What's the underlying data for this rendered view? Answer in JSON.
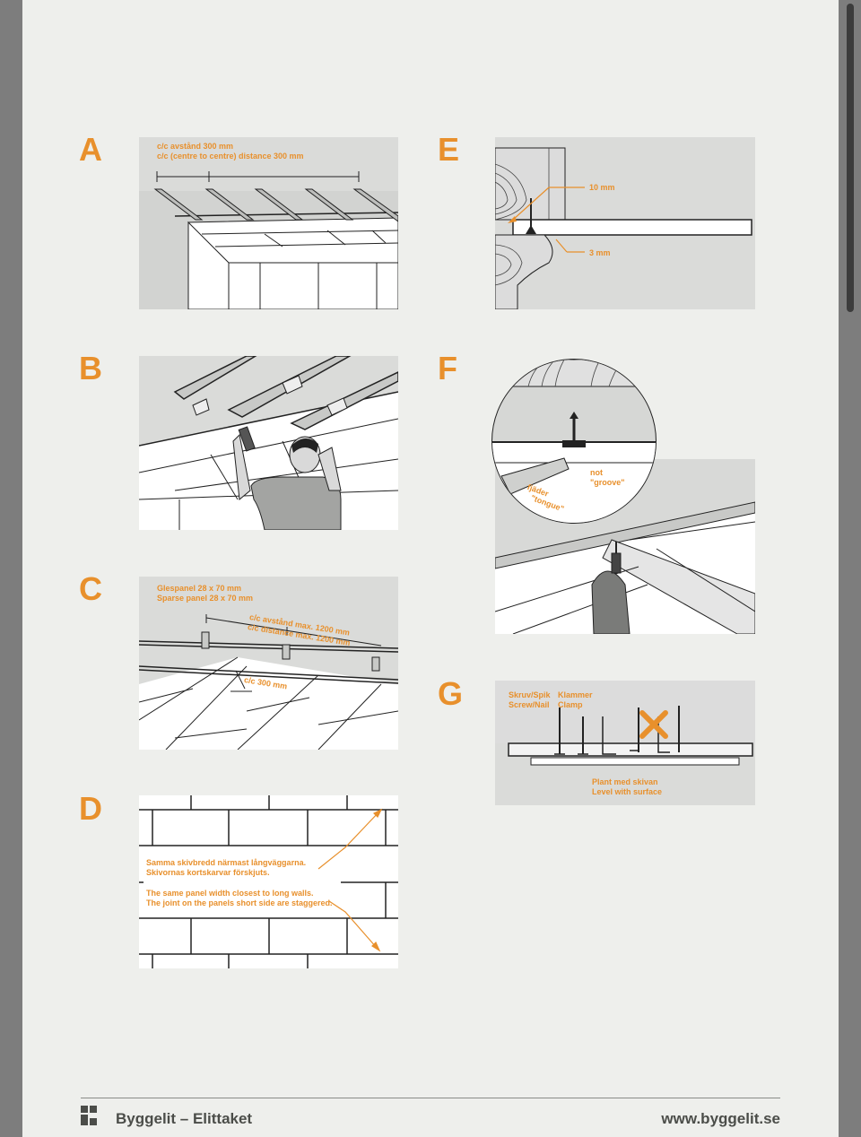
{
  "letters": {
    "a": "A",
    "b": "B",
    "c": "C",
    "d": "D",
    "e": "E",
    "f": "F",
    "g": "G"
  },
  "panelA": {
    "line1": "c/c avstånd 300 mm",
    "line2": "c/c (centre to centre) distance 300 mm"
  },
  "panelC": {
    "line1": "Glespanel 28 x 70 mm",
    "line2": "Sparse panel 28 x 70 mm",
    "line3": "c/c avstånd max. 1200 mm",
    "line4": "c/c distance max. 1200 mm",
    "line5": "c/c 300 mm"
  },
  "panelD": {
    "sv1": "Samma skivbredd närmast långväggarna.",
    "sv2": "Skivornas kortskarvar förskjuts.",
    "en1": "The same panel width closest to long walls.",
    "en2": "The joint on the panels short side are staggered."
  },
  "panelE": {
    "top": "10 mm",
    "bottom": "3 mm"
  },
  "panelF": {
    "tongue1": "fjäder",
    "tongue2": "\"tongue\"",
    "groove1": "not",
    "groove2": "\"groove\""
  },
  "panelG": {
    "screw1": "Skruv/Spik",
    "screw2": "Screw/Nail",
    "clamp1": "Klammer",
    "clamp2": "Clamp",
    "level1": "Plant med skivan",
    "level2": "Level with surface"
  },
  "footer": {
    "brand": "Byggelit – Elittaket",
    "url": "www.byggelit.se"
  },
  "colors": {
    "accent": "#e8902c",
    "page": "#eeefec",
    "panel": "#dadbd9",
    "text": "#4b4d49"
  }
}
